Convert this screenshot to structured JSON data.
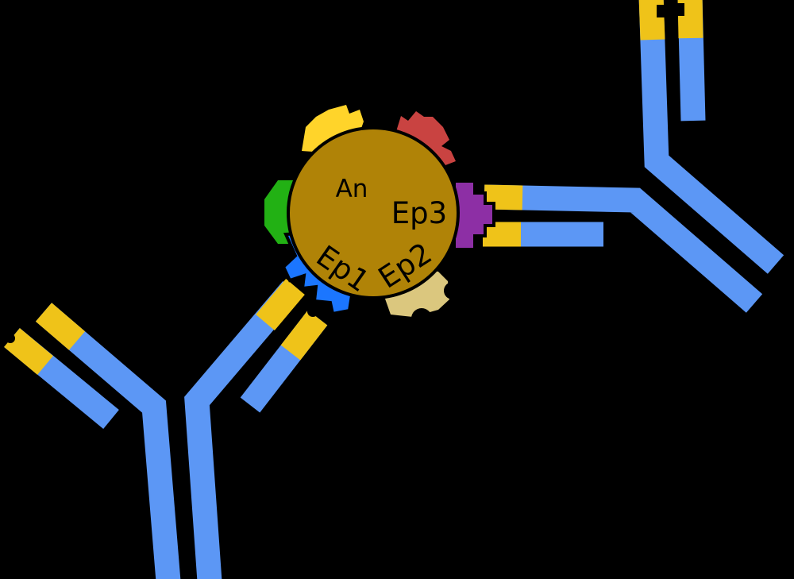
{
  "labels": {
    "antigen": "An",
    "epitope1": "Ep1",
    "epitope2": "Ep2",
    "epitope3": "Ep3"
  },
  "colors": {
    "background": "#000000",
    "antigen_body": "#B08307",
    "outline": "#000000",
    "antibody_chain": "#5C97F5",
    "antibody_tip": "#EFC319",
    "epitope_yellow": "#FFD42A",
    "epitope_red": "#C94341",
    "epitope_purple": "#8D2FA5",
    "epitope_khaki": "#DBC77E",
    "epitope_blue": "#1B76FF",
    "epitope_green": "#22B114"
  }
}
